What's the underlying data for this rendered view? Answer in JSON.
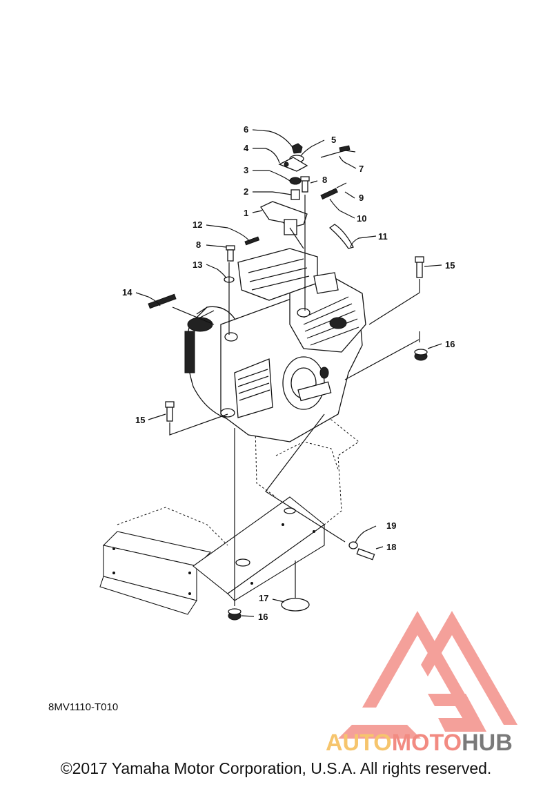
{
  "callouts": [
    {
      "id": "c1",
      "label": "1"
    },
    {
      "id": "c2",
      "label": "2"
    },
    {
      "id": "c3",
      "label": "3"
    },
    {
      "id": "c4",
      "label": "4"
    },
    {
      "id": "c5",
      "label": "5"
    },
    {
      "id": "c6",
      "label": "6"
    },
    {
      "id": "c7",
      "label": "7"
    },
    {
      "id": "c8a",
      "label": "8"
    },
    {
      "id": "c8b",
      "label": "8"
    },
    {
      "id": "c9",
      "label": "9"
    },
    {
      "id": "c10",
      "label": "10"
    },
    {
      "id": "c11",
      "label": "11"
    },
    {
      "id": "c12",
      "label": "12"
    },
    {
      "id": "c13",
      "label": "13"
    },
    {
      "id": "c14",
      "label": "14"
    },
    {
      "id": "c15a",
      "label": "15"
    },
    {
      "id": "c15b",
      "label": "15"
    },
    {
      "id": "c16a",
      "label": "16"
    },
    {
      "id": "c16b",
      "label": "16"
    },
    {
      "id": "c17",
      "label": "17"
    },
    {
      "id": "c18",
      "label": "18"
    },
    {
      "id": "c19",
      "label": "19"
    }
  ],
  "diagram_code": "8MV1110-T010",
  "copyright": "©2017 Yamaha Motor Corporation, U.S.A. All rights reserved.",
  "watermark": {
    "part1": "AUTO",
    "part2": "MOTO",
    "part3": "HUB",
    "colors": {
      "auto": "#f6c56d",
      "moto": "#f28b82",
      "hub": "#7a7a7a",
      "triangle": "#f4a09a"
    }
  }
}
